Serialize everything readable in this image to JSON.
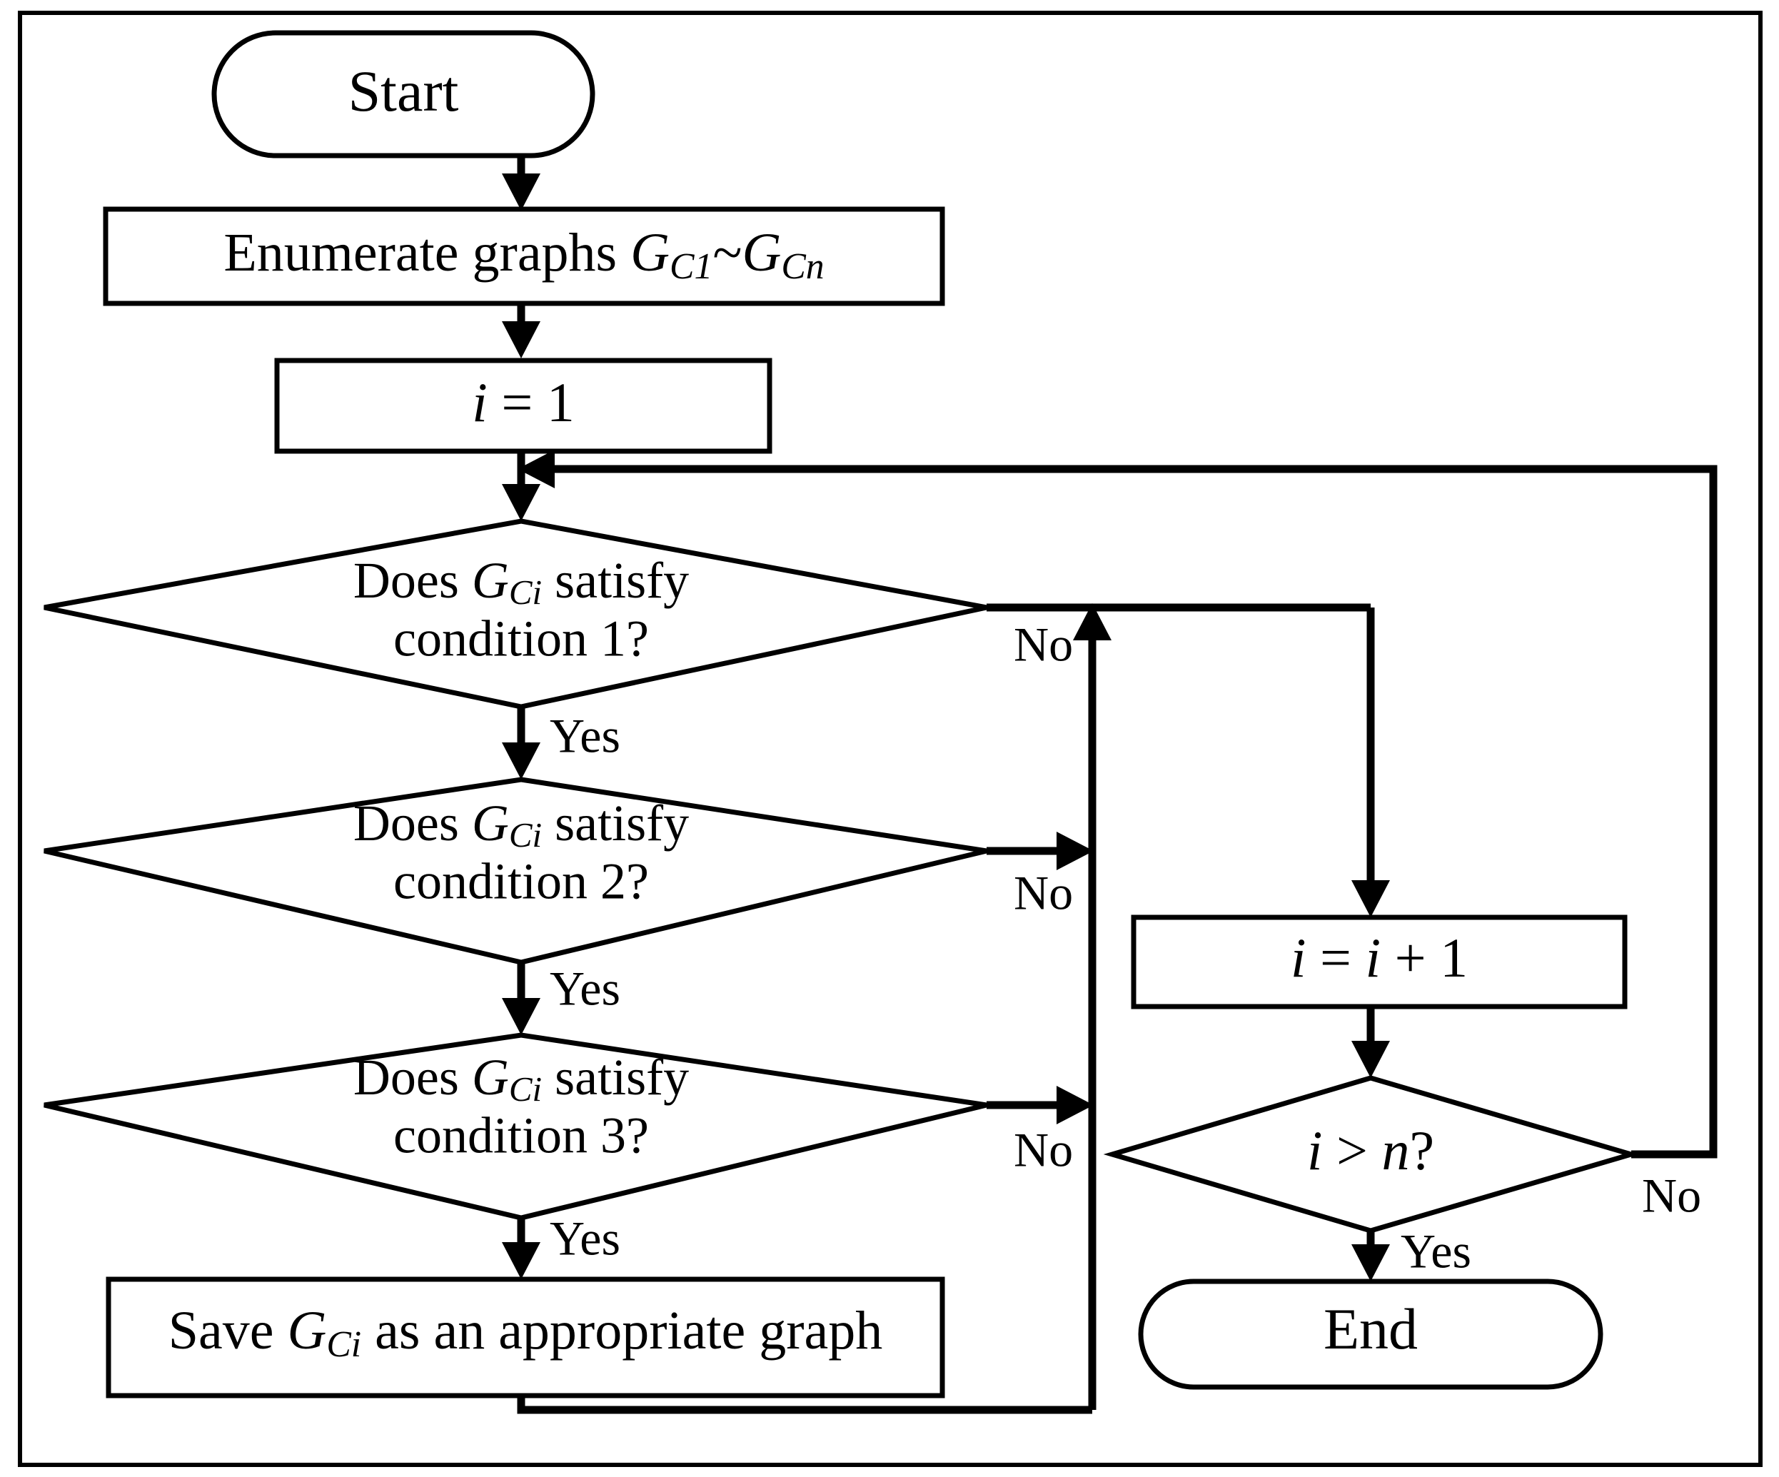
{
  "diagram": {
    "title": "Graph enumeration and condition-filtering flowchart",
    "background_color": "#ffffff",
    "line_color": "#000000",
    "nodes": {
      "start": {
        "label": "Start",
        "shape": "terminator"
      },
      "enumerate": {
        "shape": "process",
        "text_prefix": "Enumerate graphs ",
        "var_g1": "G",
        "sub_g1": "C1",
        "tilde": "~",
        "var_g2": "G",
        "sub_g2": "Cn"
      },
      "init": {
        "shape": "process",
        "var_i": "i",
        "equals": " = ",
        "value": "1"
      },
      "cond1": {
        "shape": "decision",
        "line1_prefix": "Does ",
        "var_g": "G",
        "sub_g": "Ci",
        "line1_suffix": " satisfy",
        "line2": "condition 1?"
      },
      "cond2": {
        "shape": "decision",
        "line1_prefix": "Does ",
        "var_g": "G",
        "sub_g": "Ci",
        "line1_suffix": " satisfy",
        "line2": "condition 2?"
      },
      "cond3": {
        "shape": "decision",
        "line1_prefix": "Does ",
        "var_g": "G",
        "sub_g": "Ci",
        "line1_suffix": " satisfy",
        "line2": "condition 3?"
      },
      "save": {
        "shape": "process",
        "text_prefix": "Save ",
        "var_g": "G",
        "sub_g": "Ci",
        "text_suffix": " as an appropriate graph"
      },
      "increment": {
        "shape": "process",
        "var_i1": "i",
        "equals": " = ",
        "var_i2": "i",
        "plus": " + ",
        "value": "1"
      },
      "loopcheck": {
        "shape": "decision",
        "var_i": "i",
        "gt": " > ",
        "var_n": "n",
        "qmark": "?"
      },
      "end": {
        "label": "End",
        "shape": "terminator"
      }
    },
    "edge_labels": {
      "cond1_no": "No",
      "cond1_yes": "Yes",
      "cond2_no": "No",
      "cond2_yes": "Yes",
      "cond3_no": "No",
      "cond3_yes": "Yes",
      "loopcheck_no": "No",
      "loopcheck_yes": "Yes"
    }
  }
}
